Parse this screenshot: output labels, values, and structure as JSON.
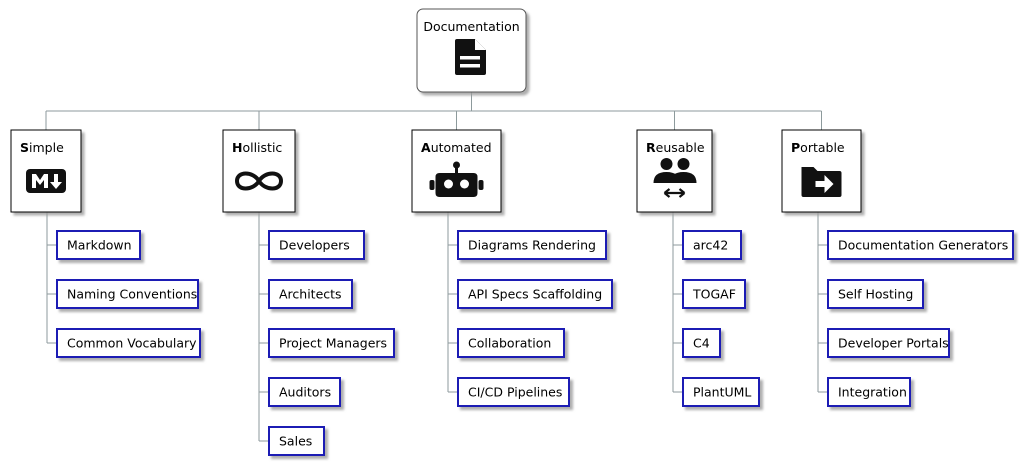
{
  "root": {
    "label": "Documentation",
    "icon": "document-icon"
  },
  "categories": [
    {
      "initial": "S",
      "rest": "imple",
      "icon": "markdown-icon",
      "items": [
        "Markdown",
        "Naming Conventions",
        "Common Vocabulary"
      ]
    },
    {
      "initial": "H",
      "rest": "ollistic",
      "icon": "infinity-icon",
      "items": [
        "Developers",
        "Architects",
        "Project Managers",
        "Auditors",
        "Sales"
      ]
    },
    {
      "initial": "A",
      "rest": "utomated",
      "icon": "robot-icon",
      "items": [
        "Diagrams Rendering",
        "API Specs Scaffolding",
        "Collaboration",
        "CI/CD Pipelines"
      ]
    },
    {
      "initial": "R",
      "rest": "eusable",
      "icon": "users-exchange-icon",
      "items": [
        "arc42",
        "TOGAF",
        "C4",
        "PlantUML"
      ]
    },
    {
      "initial": "P",
      "rest": "ortable",
      "icon": "folder-arrow-icon",
      "items": [
        "Documentation Generators",
        "Self Hosting",
        "Developer Portals",
        "Integration"
      ]
    }
  ],
  "colors": {
    "line": "#8d9a9c",
    "leaf_border": "#1a1ab4",
    "box_border": "#000000",
    "shadow": "#b4b4b4",
    "icon": "#111111"
  }
}
